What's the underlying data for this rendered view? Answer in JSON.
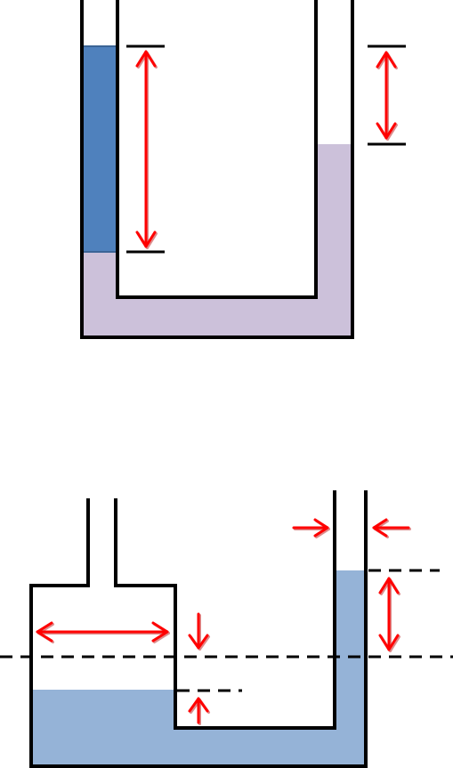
{
  "colors": {
    "background": "#ffffff",
    "tube_outline": "#000000",
    "manometer_liquid": "#ccc1da",
    "top_column_liquid": "#4f81bd",
    "bottom_liquid": "#95b3d7",
    "arrow": "#ff0000",
    "arrow_shadow": "#b30000"
  },
  "diagrams": [
    {
      "id": "u-tube-manometer",
      "parts": [
        "left-limb-column",
        "manometer-fluid",
        "column-height-dimension",
        "level-difference-dimension"
      ]
    },
    {
      "id": "reservoir-u-tube",
      "parts": [
        "reservoir",
        "narrow-tube",
        "reference-level-line",
        "reservoir-width-dimension",
        "tube-width-arrows",
        "level-rise-dimension",
        "level-drop-arrows"
      ]
    }
  ]
}
